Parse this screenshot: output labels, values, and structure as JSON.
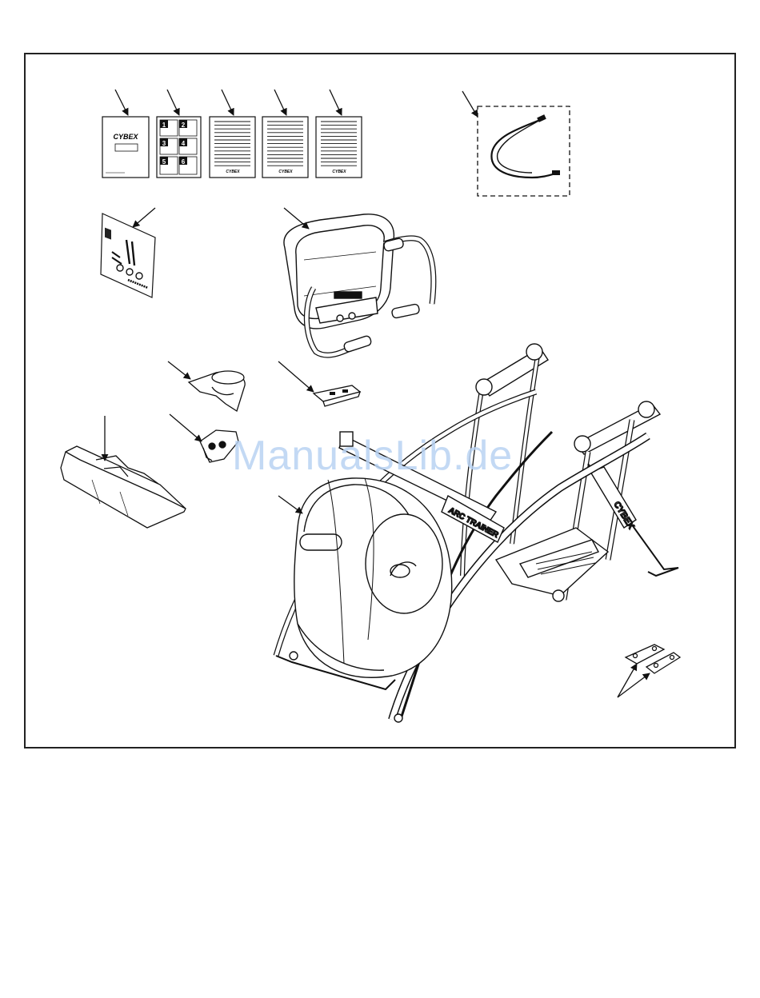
{
  "document": {
    "brand_text": "CYBEX",
    "product_logo": "ARC TRAINER",
    "grid_numbers": [
      "1",
      "2",
      "3",
      "4",
      "5",
      "6"
    ],
    "watermark": "ManualsLib.de"
  },
  "parts": [
    {
      "id": "manual-cover",
      "icon": "manual-cover-icon"
    },
    {
      "id": "numbered-sheet",
      "icon": "numbered-grid-icon"
    },
    {
      "id": "doc-sheet-a",
      "icon": "document-icon"
    },
    {
      "id": "doc-sheet-b",
      "icon": "document-icon"
    },
    {
      "id": "doc-sheet-c",
      "icon": "document-icon"
    },
    {
      "id": "power-cable",
      "icon": "cable-icon"
    },
    {
      "id": "hardware-card",
      "icon": "hardware-card-icon"
    },
    {
      "id": "console-handlebar",
      "icon": "console-icon"
    },
    {
      "id": "cup-holder",
      "icon": "cup-holder-icon"
    },
    {
      "id": "bracket",
      "icon": "bracket-icon"
    },
    {
      "id": "shroud-cover",
      "icon": "shroud-icon"
    },
    {
      "id": "front-cover",
      "icon": "front-cover-icon"
    },
    {
      "id": "main-frame",
      "icon": "elliptical-frame-icon"
    },
    {
      "id": "foot-plates",
      "icon": "foot-plate-icon"
    }
  ]
}
